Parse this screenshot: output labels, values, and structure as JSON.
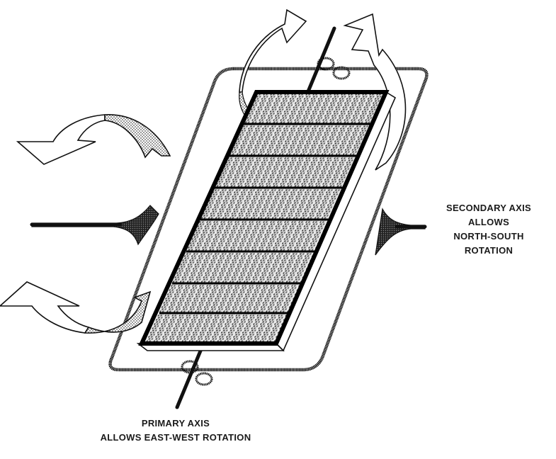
{
  "diagram": {
    "subject": "Dual-axis solar tracker",
    "panel": {
      "rows": 8,
      "fill_color": "#a9a9a9",
      "frame_color": "#000000"
    },
    "labels": {
      "secondary_axis": {
        "line1": "SECONDARY AXIS",
        "line2": "ALLOWS",
        "line3": "NORTH-SOUTH",
        "line4": "ROTATION"
      },
      "primary_axis": {
        "line1": "PRIMARY AXIS",
        "line2": "ALLOWS EAST-WEST ROTATION"
      }
    },
    "arrows": [
      {
        "name": "left-upper-rotation-arrow",
        "meaning": "east-west rotation"
      },
      {
        "name": "left-lower-rotation-arrow",
        "meaning": "east-west rotation"
      },
      {
        "name": "top-left-rotation-arrow",
        "meaning": "north-south rotation"
      },
      {
        "name": "top-right-rotation-arrow",
        "meaning": "north-south rotation"
      }
    ],
    "colors": {
      "line": "#111111",
      "background": "#ffffff",
      "stipple": "#8a8a8a"
    }
  }
}
